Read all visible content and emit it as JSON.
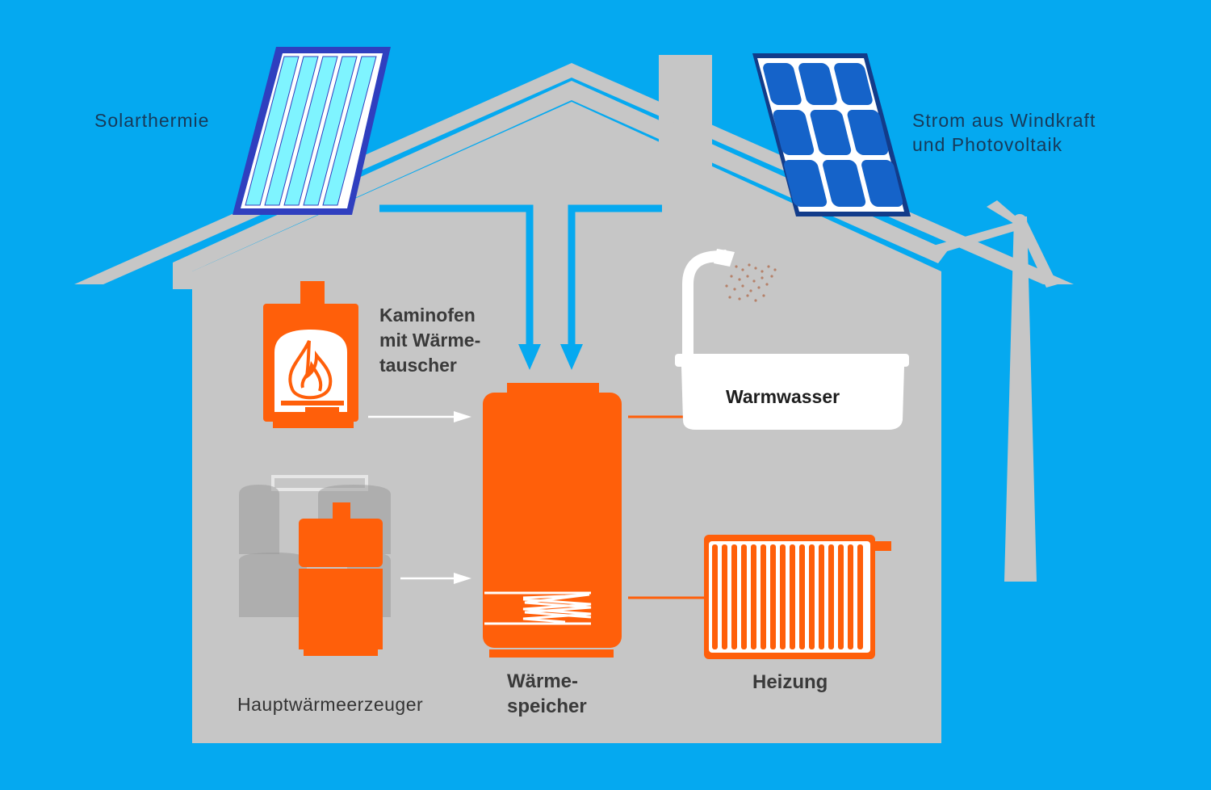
{
  "labels": {
    "solarthermie": "Solarthermie",
    "strom_line1": "Strom aus Windkraft",
    "strom_line2": "und Photovoltaik",
    "kaminofen_line1": "Kaminofen",
    "kaminofen_line2": "mit Wärme-",
    "kaminofen_line3": "tauscher",
    "warmwasser": "Warmwasser",
    "hauptwaerme": "Hauptwärmeerzeuger",
    "speicher_line1": "Wärme-",
    "speicher_line2": "speicher",
    "heizung": "Heizung"
  },
  "colors": {
    "sky": "#05a9f0",
    "house": "#c6c6c6",
    "accent": "#ff5f0a",
    "solar_thermal_tubes": "#7ff4ff",
    "pv_cells": "#1563c9",
    "arrow_white": "#ffffff"
  },
  "icons": [
    "solar-thermal-panel-icon",
    "photovoltaic-panel-icon",
    "wind-turbine-icon",
    "fireplace-icon",
    "flame-icon",
    "boiler-icon",
    "storage-tank-icon",
    "heat-exchanger-coil-icon",
    "shower-icon",
    "bathtub-icon",
    "radiator-icon"
  ]
}
